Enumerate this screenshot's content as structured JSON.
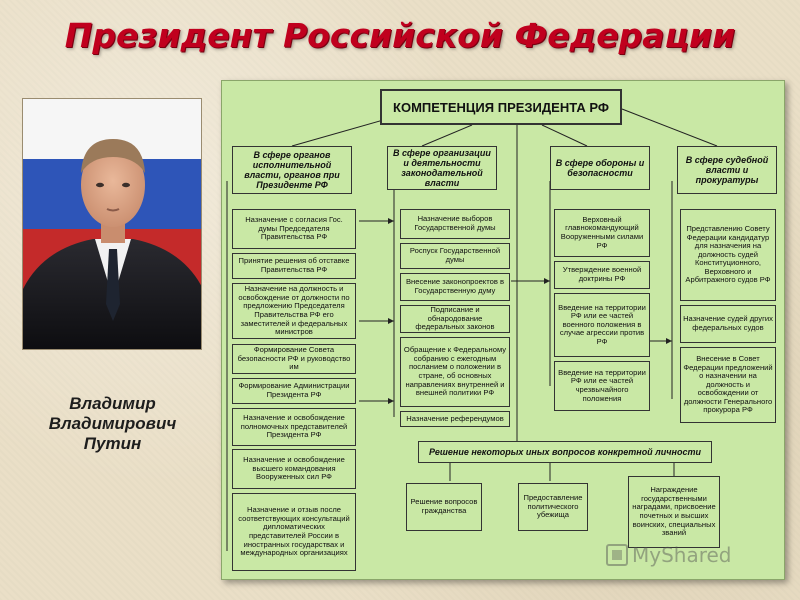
{
  "slide": {
    "title": "Президент Российской Федерации",
    "person_name_lines": [
      "Владимир",
      "Владимирович",
      "Путин"
    ],
    "watermark": "MyShared"
  },
  "diagram": {
    "main": "КОМПЕТЕНЦИЯ ПРЕЗИДЕНТА РФ",
    "columns": [
      {
        "header": "В сфере органов исполнительной власти, органов при Президенте РФ",
        "items": [
          "Назначение с согласия Гос. думы Председателя Правительства РФ",
          "Принятие решения об отставке Правительства РФ",
          "Назначение на должность и освобождение от должности по предложению Председателя Правительства РФ его заместителей и федеральных министров",
          "Формирование Совета безопасности РФ и руководство им",
          "Формирование Администрации Президента РФ",
          "Назначение и освобождение полномочных представителей Президента РФ",
          "Назначение и освобождение высшего командования Вооруженных сил РФ",
          "Назначение и отзыв после соответствующих консультаций дипломатических представителей России в иностранных государствах и международных организациях"
        ]
      },
      {
        "header": "В сфере организации и деятельности законодательной власти",
        "items": [
          "Назначение выборов Государственной думы",
          "Роспуск Государственной думы",
          "Внесение законопроектов в Государственную думу",
          "Подписание и обнародование федеральных законов",
          "Обращение к Федеральному собранию с ежегодным посланием о положении в стране, об основных направлениях внутренней и внешней политики РФ",
          "Назначение референдумов"
        ]
      },
      {
        "header": "В сфере обороны и безопасности",
        "items": [
          "Верховный главнокомандующий Вооруженными силами РФ",
          "Утверждение военной доктрины РФ",
          "Введение на территории РФ или ее частей военного положения в случае агрессии против РФ",
          "Введение на территории РФ или ее частей чрезвычайного положения"
        ]
      },
      {
        "header": "В сфере судебной власти и прокуратуры",
        "items": [
          "Представлению Совету Федерации кандидатур для назначения на должность судей Конституционного, Верховного и Арбитражного судов РФ",
          "Назначение судей других федеральных судов",
          "Внесение в Совет Федерации предложений о назначении на должность и освобождении от должности Генерального прокурора РФ"
        ]
      }
    ],
    "bottom": {
      "header": "Решение некоторых иных вопросов конкретной личности",
      "items": [
        "Решение вопросов гражданства",
        "Предоставление политического убежища",
        "Награждение государственными наградами, присвоение почетных и высших воинских, специальных званий"
      ]
    }
  }
}
